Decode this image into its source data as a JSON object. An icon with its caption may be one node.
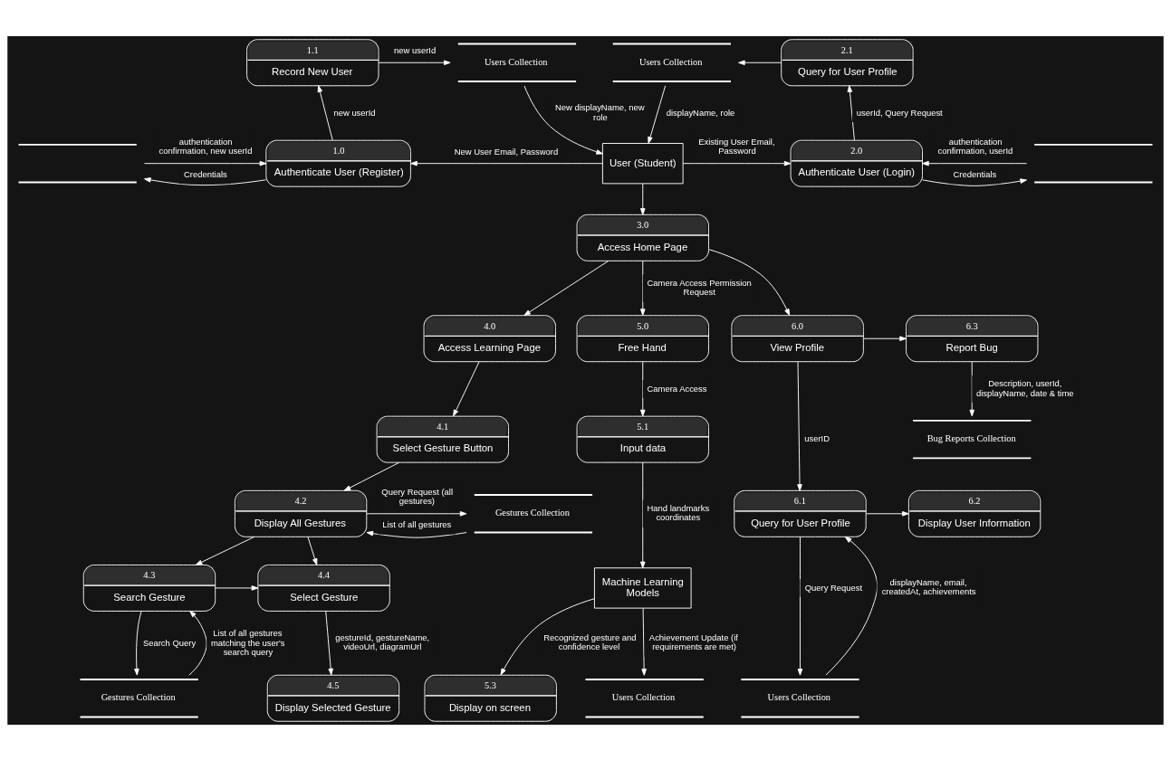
{
  "diagram": {
    "nodes": [
      {
        "text": [
          "1.1",
          "Record New User"
        ]
      },
      {
        "text": [
          "Users Collection"
        ]
      },
      {
        "text": [
          "Users Collection"
        ]
      },
      {
        "text": [
          "2.1",
          "Query for User Profile"
        ]
      },
      {
        "text": [],
        "shape": "datastore"
      },
      {
        "text": [
          "1.0",
          "Authenticate User (Register)"
        ]
      },
      {
        "text": [
          "User (Student)"
        ]
      },
      {
        "text": [
          "2.0",
          "Authenticate User (Login)"
        ]
      },
      {
        "text": [],
        "shape": "datastore"
      },
      {
        "text": [
          "3.0",
          "Access Home Page"
        ]
      },
      {
        "text": [
          "4.0",
          "Access Learning Page"
        ]
      },
      {
        "text": [
          "5.0",
          "Free Hand"
        ]
      },
      {
        "text": [
          "6.0",
          "View Profile"
        ]
      },
      {
        "text": [
          "6.3",
          "Report Bug"
        ]
      },
      {
        "text": [
          "4.1",
          "Select Gesture Button"
        ]
      },
      {
        "text": [
          "Bug Reports Collection"
        ]
      },
      {
        "text": [
          "5.1",
          "Input data"
        ]
      },
      {
        "text": [
          "4.2",
          "Display All Gestures"
        ]
      },
      {
        "text": [
          "Gestures Collection"
        ]
      },
      {
        "text": [
          "6.1",
          "Query for User Profile"
        ]
      },
      {
        "text": [
          "6.2",
          "Display User Information"
        ]
      },
      {
        "text": [
          "Machine Learning Models"
        ]
      },
      {
        "text": [
          "4.3",
          "Search Gesture"
        ]
      },
      {
        "text": [
          "4.4",
          "Select Gesture"
        ]
      },
      {
        "text": [
          "Users Collection"
        ]
      },
      {
        "text": [
          "Gestures Collection"
        ]
      },
      {
        "text": [
          "4.5",
          "Display Selected Gesture"
        ]
      },
      {
        "text": [
          "5.3",
          "Display on screen"
        ]
      },
      {
        "text": [
          "Users Collection"
        ]
      }
    ],
    "edges": [
      {
        "from": 0,
        "to": 1,
        "arrow": "to",
        "label": "new userId"
      },
      {
        "from": 5,
        "to": 0,
        "arrow": "to",
        "label": "new userId"
      },
      {
        "from": 1,
        "to": 6,
        "arrow": "to",
        "label": "New displayName, new role"
      },
      {
        "from": 2,
        "to": 6,
        "arrow": "to",
        "label": "displayName, role"
      },
      {
        "from": 3,
        "to": 2,
        "arrow": "to"
      },
      {
        "from": 7,
        "to": 3,
        "arrow": "to",
        "label": "userId, Query Request"
      },
      {
        "from": 5,
        "to": 4,
        "arrow": "to",
        "label": "Credentials"
      },
      {
        "from": 6,
        "to": 5,
        "arrow": "to",
        "label": "New User Email, Password"
      },
      {
        "from": 6,
        "to": 7,
        "arrow": "to",
        "label": "Existing User Email, Password"
      },
      {
        "from": 7,
        "to": 8,
        "arrow": "to",
        "label": "Credentials"
      },
      {
        "from": 4,
        "to": 5,
        "arrow": "to",
        "label": "authentication confirmation, new userId"
      },
      {
        "from": 8,
        "to": 7,
        "arrow": "to",
        "label": "authentication confirmation, userId"
      },
      {
        "from": 6,
        "to": 9,
        "arrow": "to"
      },
      {
        "from": 9,
        "to": 10,
        "arrow": "to"
      },
      {
        "from": 9,
        "to": 11,
        "arrow": "to",
        "label": "Camera Access Permission Request"
      },
      {
        "from": 9,
        "to": 12,
        "arrow": "to"
      },
      {
        "from": 10,
        "to": 14,
        "arrow": "to"
      },
      {
        "from": 14,
        "to": 17,
        "arrow": "to"
      },
      {
        "from": 17,
        "to": 18,
        "arrow": "to",
        "label": "Query Request (all gestures)"
      },
      {
        "from": 18,
        "to": 17,
        "arrow": "to",
        "label": "List of all gestures"
      },
      {
        "from": 17,
        "to": 22,
        "arrow": "to"
      },
      {
        "from": 17,
        "to": 23,
        "arrow": "to"
      },
      {
        "from": 22,
        "to": 23,
        "arrow": "to"
      },
      {
        "from": 22,
        "to": 25,
        "arrow": "to",
        "label": "Search Query"
      },
      {
        "from": 25,
        "to": 22,
        "arrow": "to",
        "label": "List of all gestures matching the user's search query"
      },
      {
        "from": 23,
        "to": 26,
        "arrow": "to",
        "label": "gestureId, gestureName, videoUrl, diagramUrl"
      },
      {
        "from": 11,
        "to": 16,
        "arrow": "to",
        "label": "Camera Access"
      },
      {
        "from": 16,
        "to": 21,
        "arrow": "to",
        "label": "Hand landmarks coordinates"
      },
      {
        "from": 21,
        "to": 27,
        "arrow": "to",
        "label": "Recognized gesture and confidence level"
      },
      {
        "from": 21,
        "to": 28,
        "arrow": "to",
        "label": "Achievement Update (if requirements are met)"
      },
      {
        "from": 12,
        "to": 13,
        "arrow": "to"
      },
      {
        "from": 13,
        "to": 15,
        "arrow": "to",
        "label": "Description, userId, displayName, date & time"
      },
      {
        "from": 12,
        "to": 19,
        "arrow": "to",
        "label": "userID"
      },
      {
        "from": 19,
        "to": 20,
        "arrow": "to"
      },
      {
        "from": 19,
        "to": 24,
        "arrow": "to",
        "label": "Query Request"
      },
      {
        "from": 24,
        "to": 19,
        "arrow": "to",
        "label": "displayName, email, createdAt, achievements"
      }
    ]
  }
}
